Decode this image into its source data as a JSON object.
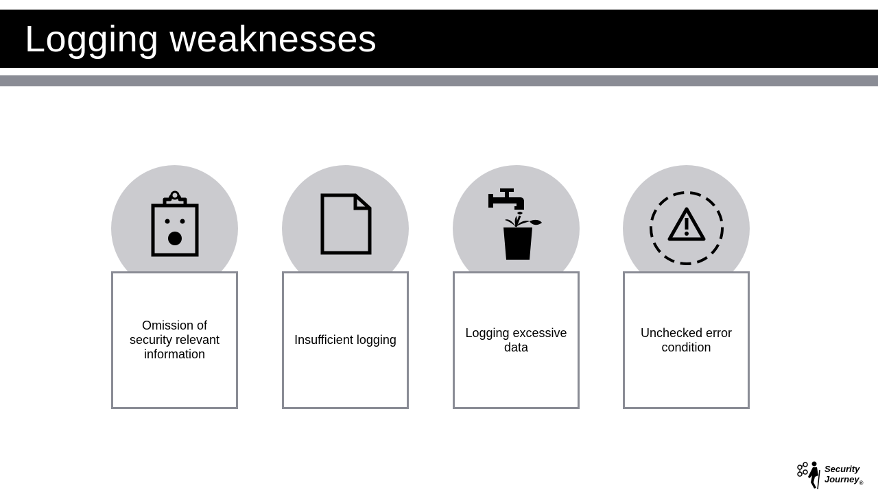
{
  "slide": {
    "title": "Logging weaknesses"
  },
  "cards": [
    {
      "label": "Omission of security relevant information",
      "icon": "clipboard-face-icon"
    },
    {
      "label": "Insufficient logging",
      "icon": "blank-document-icon"
    },
    {
      "label": "Logging excessive data",
      "icon": "faucet-plant-icon"
    },
    {
      "label": "Unchecked error condition",
      "icon": "warning-triangle-icon"
    }
  ],
  "logo": {
    "line1": "Security",
    "line2": "Journey",
    "mark": "®"
  },
  "colors": {
    "title_bar": "#000000",
    "accent_bar": "#8a8c95",
    "circle": "#cbcbcf",
    "box_border": "#8a8c95"
  }
}
